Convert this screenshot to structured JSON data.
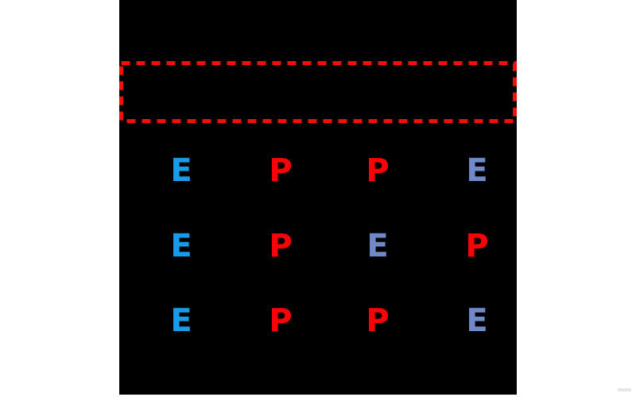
{
  "figure": {
    "background": "#ffffff",
    "panel_bg": "#000000",
    "highlight_box": {
      "style": "dashed",
      "color": "#f01009",
      "fill": "none"
    },
    "colors": {
      "bright": "#189ce8",
      "muted": "#7289c9",
      "red": "#fb0206"
    },
    "grid": {
      "rows": [
        {
          "cells": [
            {
              "letter": "E",
              "variant": "bright"
            },
            {
              "letter": "P",
              "variant": "red"
            },
            {
              "letter": "P",
              "variant": "red"
            },
            {
              "letter": "E",
              "variant": "muted"
            }
          ]
        },
        {
          "cells": [
            {
              "letter": "E",
              "variant": "bright"
            },
            {
              "letter": "P",
              "variant": "red"
            },
            {
              "letter": "E",
              "variant": "muted"
            },
            {
              "letter": "P",
              "variant": "red"
            }
          ]
        },
        {
          "cells": [
            {
              "letter": "E",
              "variant": "bright"
            },
            {
              "letter": "P",
              "variant": "red"
            },
            {
              "letter": "P",
              "variant": "red"
            },
            {
              "letter": "E",
              "variant": "muted"
            }
          ]
        }
      ]
    }
  }
}
